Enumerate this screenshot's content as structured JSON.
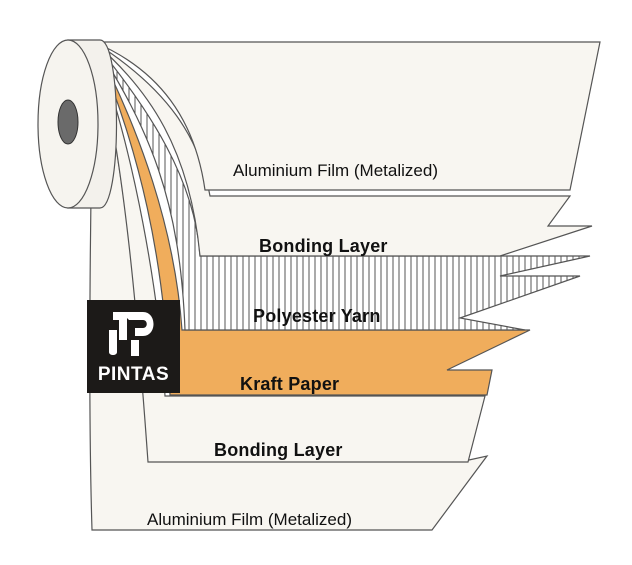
{
  "layers": {
    "top_aluminium": "Aluminium Film (Metalized)",
    "bonding_upper": "Bonding Layer",
    "polyester": "Polyester Yarn",
    "kraft": "Kraft Paper",
    "bonding_lower": "Bonding Layer",
    "bottom_aluminium": "Aluminium Film (Metalized)"
  },
  "logo": {
    "text": "PINTAS"
  },
  "colors": {
    "film": "#f8f6f1",
    "kraft": "#f0ad5c",
    "outline": "#555555",
    "logo_bg": "#1c1a18"
  }
}
